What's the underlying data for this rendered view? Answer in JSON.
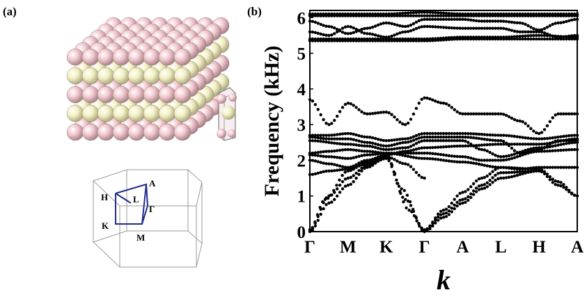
{
  "panels": {
    "a_label": "(a)",
    "b_label": "(b)"
  },
  "brillouin_zone": {
    "points": [
      "H",
      "A",
      "L",
      "Γ",
      "K",
      "M"
    ]
  },
  "colors": {
    "sphere_pink": "#f2c9cf",
    "sphere_cream": "#f3f0c2",
    "bz_path": "#1f2a8c",
    "bz_edges": "#9a9a9a",
    "band_dots": "#000000"
  },
  "chart_data": {
    "type": "scatter",
    "xlabel": "k",
    "ylabel": "Frequency (kHz)",
    "ylim": [
      0,
      6.2
    ],
    "yticks": [
      0,
      1,
      2,
      3,
      4,
      5,
      6
    ],
    "kpath": [
      "Γ",
      "M",
      "K",
      "Γ",
      "A",
      "L",
      "H",
      "A"
    ],
    "series": [
      {
        "values": [
          [
            0,
            6.1
          ],
          [
            1,
            6.1
          ],
          [
            2,
            6.1
          ],
          [
            3,
            6.15
          ],
          [
            4,
            6.1
          ],
          [
            5,
            6.1
          ],
          [
            6,
            6.1
          ],
          [
            7,
            6.1
          ]
        ]
      },
      {
        "values": [
          [
            0,
            6.05
          ],
          [
            1,
            6.05
          ],
          [
            2,
            6.05
          ],
          [
            3,
            6.05
          ],
          [
            4,
            6.05
          ],
          [
            5,
            6.05
          ],
          [
            6,
            6.05
          ],
          [
            7,
            6.05
          ]
        ]
      },
      {
        "values": [
          [
            0,
            5.9
          ],
          [
            0.5,
            5.75
          ],
          [
            1,
            5.55
          ],
          [
            1.5,
            5.7
          ],
          [
            2,
            5.85
          ],
          [
            2.5,
            5.75
          ],
          [
            3,
            5.95
          ],
          [
            4,
            5.95
          ],
          [
            4.5,
            5.9
          ],
          [
            5,
            5.9
          ],
          [
            5.5,
            5.85
          ],
          [
            6,
            5.65
          ],
          [
            6.5,
            5.85
          ],
          [
            7,
            5.95
          ]
        ]
      },
      {
        "values": [
          [
            0,
            5.6
          ],
          [
            0.5,
            5.5
          ],
          [
            1,
            5.75
          ],
          [
            1.5,
            5.55
          ],
          [
            2,
            5.45
          ],
          [
            2.5,
            5.6
          ],
          [
            3,
            5.75
          ],
          [
            4,
            5.7
          ],
          [
            5,
            5.7
          ],
          [
            5.5,
            5.6
          ],
          [
            6,
            5.6
          ],
          [
            6.5,
            5.45
          ],
          [
            7,
            5.5
          ]
        ]
      },
      {
        "values": [
          [
            0,
            5.4
          ],
          [
            1,
            5.4
          ],
          [
            2,
            5.4
          ],
          [
            3,
            5.4
          ],
          [
            4,
            5.45
          ],
          [
            5,
            5.45
          ],
          [
            6,
            5.5
          ],
          [
            7,
            5.45
          ]
        ]
      },
      {
        "values": [
          [
            0,
            5.35
          ],
          [
            1,
            5.35
          ],
          [
            2,
            5.35
          ],
          [
            3,
            5.35
          ],
          [
            4,
            5.4
          ],
          [
            5,
            5.4
          ],
          [
            6,
            5.4
          ],
          [
            7,
            5.4
          ]
        ]
      },
      {
        "values": [
          [
            0,
            3.7
          ],
          [
            0.5,
            3.0
          ],
          [
            1,
            3.6
          ],
          [
            1.5,
            3.3
          ],
          [
            2,
            3.35
          ],
          [
            2.5,
            3.0
          ],
          [
            3,
            3.75
          ],
          [
            3.5,
            3.6
          ],
          [
            4,
            3.3
          ],
          [
            5,
            3.3
          ],
          [
            5.5,
            3.1
          ],
          [
            6,
            2.75
          ],
          [
            6.5,
            3.3
          ],
          [
            7,
            3.3
          ]
        ]
      },
      {
        "values": [
          [
            0,
            2.7
          ],
          [
            0.5,
            2.7
          ],
          [
            1,
            2.75
          ],
          [
            1.5,
            2.65
          ],
          [
            2,
            2.55
          ],
          [
            2.5,
            2.6
          ],
          [
            3,
            2.75
          ],
          [
            4,
            2.75
          ],
          [
            5,
            2.7
          ],
          [
            6,
            2.6
          ],
          [
            7,
            2.7
          ]
        ]
      },
      {
        "values": [
          [
            0,
            2.65
          ],
          [
            0.5,
            2.6
          ],
          [
            1,
            2.6
          ],
          [
            1.5,
            2.5
          ],
          [
            2,
            2.4
          ],
          [
            2.5,
            2.5
          ],
          [
            3,
            2.65
          ],
          [
            4,
            2.65
          ],
          [
            5,
            2.55
          ],
          [
            5.5,
            2.2
          ],
          [
            6,
            2.3
          ],
          [
            6.5,
            2.55
          ],
          [
            7,
            2.55
          ]
        ]
      },
      {
        "values": [
          [
            0,
            2.55
          ],
          [
            1,
            2.45
          ],
          [
            1.5,
            2.4
          ],
          [
            2,
            2.3
          ],
          [
            2.5,
            2.35
          ],
          [
            3,
            2.55
          ],
          [
            4,
            2.55
          ],
          [
            4.5,
            2.3
          ],
          [
            5,
            2.1
          ],
          [
            6,
            2.35
          ],
          [
            7,
            2.5
          ]
        ]
      },
      {
        "values": [
          [
            0,
            2.2
          ],
          [
            0.5,
            2.25
          ],
          [
            1,
            2.3
          ],
          [
            1.5,
            2.25
          ],
          [
            2,
            2.2
          ],
          [
            3,
            2.2
          ],
          [
            4,
            2.1
          ],
          [
            4.5,
            2.0
          ],
          [
            5,
            2.0
          ],
          [
            6,
            2.25
          ],
          [
            7,
            2.3
          ]
        ]
      },
      {
        "values": [
          [
            0,
            2.15
          ],
          [
            0.5,
            2.1
          ],
          [
            1,
            2.05
          ],
          [
            1.5,
            2.15
          ],
          [
            2,
            2.2
          ],
          [
            3,
            2.05
          ],
          [
            4,
            1.95
          ],
          [
            5,
            1.8
          ],
          [
            5.5,
            1.75
          ],
          [
            6,
            1.8
          ],
          [
            7,
            1.8
          ]
        ]
      },
      {
        "values": [
          [
            0,
            2.0
          ],
          [
            0.5,
            1.9
          ],
          [
            1,
            1.8
          ],
          [
            1.5,
            2.0
          ],
          [
            2,
            2.15
          ],
          [
            2.5,
            2.25
          ],
          [
            3,
            2.35
          ],
          [
            4,
            2.4
          ],
          [
            5,
            2.45
          ],
          [
            6,
            2.45
          ],
          [
            7,
            2.6
          ]
        ]
      },
      {
        "values": [
          [
            0,
            1.6
          ],
          [
            0.5,
            1.7
          ],
          [
            1,
            1.75
          ],
          [
            1.5,
            1.9
          ],
          [
            2,
            2.1
          ],
          [
            2.5,
            1.9
          ],
          [
            3,
            1.5
          ]
        ]
      },
      {
        "values": [
          [
            0,
            0.05
          ],
          [
            0.4,
            0.9
          ],
          [
            1,
            1.7
          ],
          [
            1.5,
            1.95
          ],
          [
            2,
            2.15
          ],
          [
            2.4,
            1.2
          ],
          [
            3,
            0.05
          ],
          [
            3.5,
            0.6
          ],
          [
            4,
            1.1
          ],
          [
            4.5,
            1.5
          ],
          [
            5,
            1.8
          ],
          [
            6,
            1.75
          ],
          [
            6.5,
            1.4
          ],
          [
            7,
            1.0
          ]
        ]
      },
      {
        "values": [
          [
            0,
            0.05
          ],
          [
            0.5,
            1.0
          ],
          [
            1,
            1.5
          ],
          [
            1.5,
            1.85
          ],
          [
            2,
            2.05
          ],
          [
            2.5,
            0.9
          ],
          [
            3,
            0.05
          ],
          [
            3.5,
            0.5
          ],
          [
            4,
            0.9
          ],
          [
            4.5,
            1.3
          ],
          [
            5,
            1.65
          ],
          [
            6,
            1.7
          ],
          [
            6.5,
            1.3
          ],
          [
            7,
            1.0
          ]
        ]
      },
      {
        "values": [
          [
            0,
            0.0
          ],
          [
            0.5,
            0.8
          ],
          [
            1,
            1.3
          ],
          [
            1.5,
            1.8
          ],
          [
            2,
            2.1
          ],
          [
            2.6,
            0.6
          ],
          [
            3,
            0.0
          ],
          [
            3.5,
            0.4
          ],
          [
            4,
            0.8
          ],
          [
            4.5,
            1.2
          ],
          [
            5,
            1.5
          ],
          [
            6,
            1.7
          ]
        ]
      }
    ]
  }
}
